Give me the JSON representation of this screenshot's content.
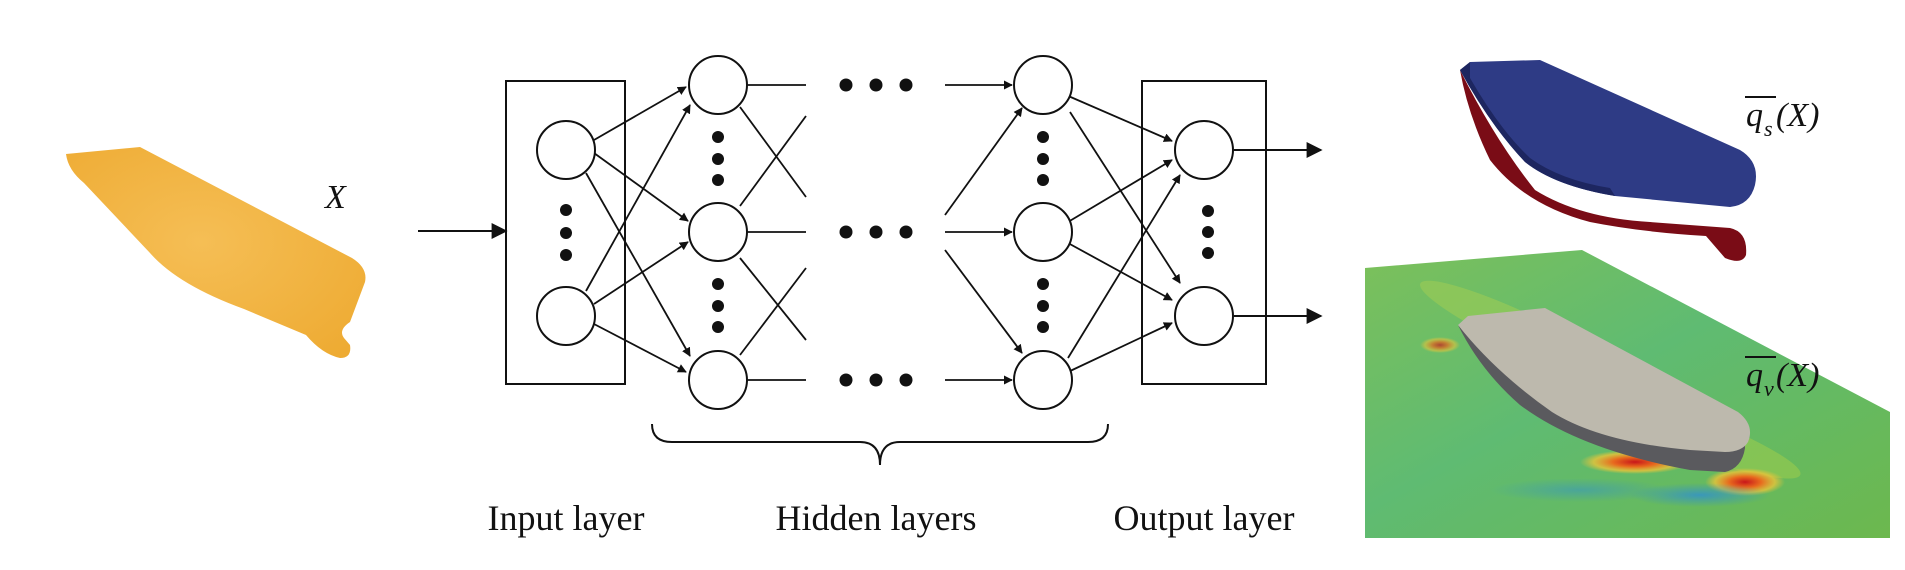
{
  "input_variable": "X",
  "layers": {
    "input_label": "Input layer",
    "hidden_label": "Hidden layers",
    "output_label": "Output layer"
  },
  "outputs": {
    "surface": {
      "main": "q",
      "sub": "s",
      "arg": "(X)"
    },
    "volume": {
      "main": "q",
      "sub": "v",
      "arg": "(X)"
    }
  },
  "colors": {
    "hull_input": "#f2b53f",
    "surface_hull_top": "#2e3b85",
    "surface_hull_bottom": "#7a0c16",
    "wave_field": "#6fbf5a",
    "ship_solid": "#bdb9ad",
    "line": "#111111"
  },
  "icons": [
    "ship-hull-image",
    "surface-field-image",
    "wave-field-image"
  ]
}
